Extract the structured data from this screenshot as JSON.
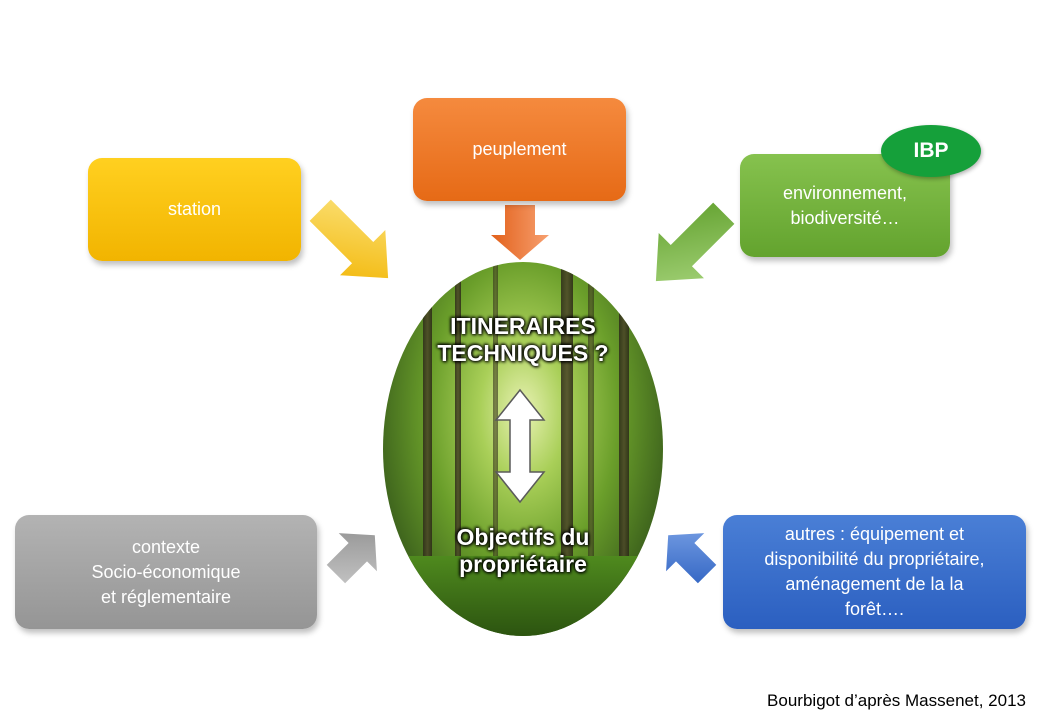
{
  "boxes": {
    "station": {
      "label": "station",
      "color": "#f7c00c"
    },
    "peuplement": {
      "label": "peuplement",
      "color": "#ed7a2a"
    },
    "environnement": {
      "line1": "environnement,",
      "line2": "biodiversité…",
      "color": "#72b23c"
    },
    "contexte": {
      "line1": "contexte",
      "line2": "Socio-économique",
      "line3": "et réglementaire",
      "color": "#a6a6a6"
    },
    "autres": {
      "line1": "autres : équipement et",
      "line2": "disponibilité du propriétaire,",
      "line3": "aménagement de la la",
      "line4": "forêt….",
      "color": "#3a6fcf"
    }
  },
  "badge": {
    "label": "IBP",
    "color": "#15a03a"
  },
  "center": {
    "top_line1": "ITINERAIRES",
    "top_line2": "TECHNIQUES ?",
    "bottom_line1": "Objectifs du",
    "bottom_line2": "propriétaire"
  },
  "credit": "Bourbigot d’après Massenet, 2013"
}
